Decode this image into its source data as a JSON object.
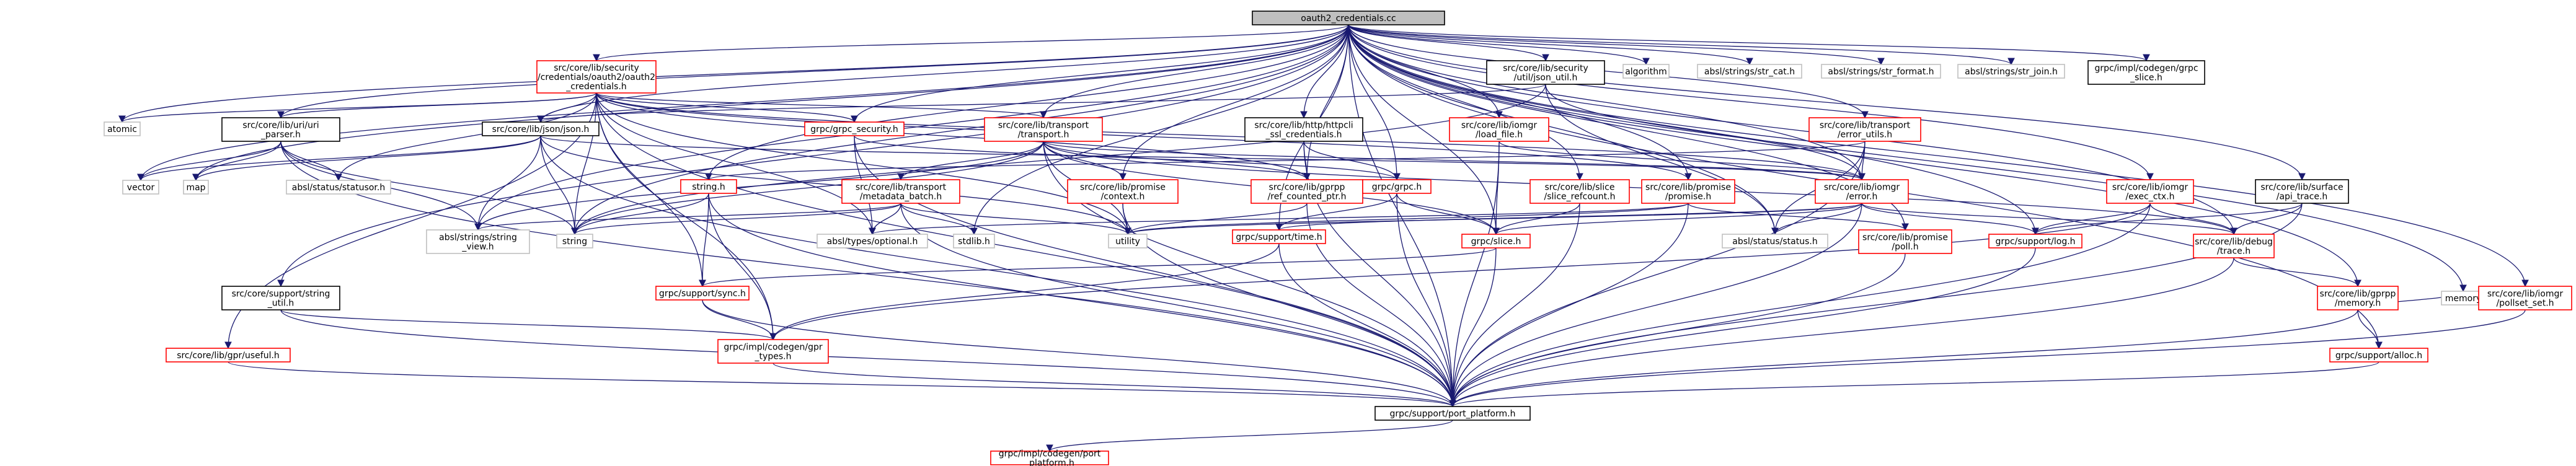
{
  "colors": {
    "edge": "#191970",
    "root_fill": "#bfbfbf",
    "link_border": "#ff0000",
    "plain_border": "#000000",
    "system_border": "#bfbfbf",
    "text": "#000000"
  },
  "nodes": [
    {
      "id": "root",
      "lines": [
        "oauth2_credentials.cc"
      ],
      "kind": "root"
    },
    {
      "id": "oauth2h",
      "lines": [
        "src/core/lib/security",
        "/credentials/oauth2/oauth2",
        "_credentials.h"
      ],
      "kind": "link"
    },
    {
      "id": "atomic",
      "lines": [
        "atomic"
      ],
      "kind": "system"
    },
    {
      "id": "uriparser",
      "lines": [
        "src/core/lib/uri/uri",
        "_parser.h"
      ],
      "kind": "plain"
    },
    {
      "id": "vector",
      "lines": [
        "vector"
      ],
      "kind": "system"
    },
    {
      "id": "map",
      "lines": [
        "map"
      ],
      "kind": "system"
    },
    {
      "id": "statusor",
      "lines": [
        "absl/status/statusor.h"
      ],
      "kind": "system"
    },
    {
      "id": "stringview",
      "lines": [
        "absl/strings/string",
        "_view.h"
      ],
      "kind": "system"
    },
    {
      "id": "string",
      "lines": [
        "string"
      ],
      "kind": "system"
    },
    {
      "id": "supportstring",
      "lines": [
        "src/core/support/string",
        "_util.h"
      ],
      "kind": "plain"
    },
    {
      "id": "gprusefulh",
      "lines": [
        "src/core/lib/gpr/useful.h"
      ],
      "kind": "link"
    },
    {
      "id": "jsonh",
      "lines": [
        "src/core/lib/json/json.h"
      ],
      "kind": "plain"
    },
    {
      "id": "grpcsecurity",
      "lines": [
        "grpc/grpc_security.h"
      ],
      "kind": "link"
    },
    {
      "id": "stringh",
      "lines": [
        "string.h"
      ],
      "kind": "link"
    },
    {
      "id": "transporth",
      "lines": [
        "src/core/lib/transport",
        "/transport.h"
      ],
      "kind": "link"
    },
    {
      "id": "metadatabatch",
      "lines": [
        "src/core/lib/transport",
        "/metadata_batch.h"
      ],
      "kind": "link"
    },
    {
      "id": "optional",
      "lines": [
        "absl/types/optional.h"
      ],
      "kind": "system"
    },
    {
      "id": "stdlib",
      "lines": [
        "stdlib.h"
      ],
      "kind": "system"
    },
    {
      "id": "contexth",
      "lines": [
        "src/core/lib/promise",
        "/context.h"
      ],
      "kind": "link"
    },
    {
      "id": "utility",
      "lines": [
        "utility"
      ],
      "kind": "system"
    },
    {
      "id": "httpcli",
      "lines": [
        "src/core/lib/http/httpcli",
        "_ssl_credentials.h"
      ],
      "kind": "plain"
    },
    {
      "id": "refcounted",
      "lines": [
        "src/core/lib/gprpp",
        "/ref_counted_ptr.h"
      ],
      "kind": "link"
    },
    {
      "id": "grpch",
      "lines": [
        "grpc/grpc.h"
      ],
      "kind": "link"
    },
    {
      "id": "timeh",
      "lines": [
        "grpc/support/time.h"
      ],
      "kind": "link"
    },
    {
      "id": "synch",
      "lines": [
        "grpc/support/sync.h"
      ],
      "kind": "link"
    },
    {
      "id": "gprtypes",
      "lines": [
        "grpc/impl/codegen/gpr",
        "_types.h"
      ],
      "kind": "link"
    },
    {
      "id": "loadfile",
      "lines": [
        "src/core/lib/iomgr",
        "/load_file.h"
      ],
      "kind": "link"
    },
    {
      "id": "slicerefcount",
      "lines": [
        "src/core/lib/slice",
        "/slice_refcount.h"
      ],
      "kind": "link"
    },
    {
      "id": "sliceh",
      "lines": [
        "grpc/slice.h"
      ],
      "kind": "link"
    },
    {
      "id": "promiseh",
      "lines": [
        "src/core/lib/promise",
        "/promise.h"
      ],
      "kind": "link"
    },
    {
      "id": "pollh",
      "lines": [
        "src/core/lib/promise",
        "/poll.h"
      ],
      "kind": "link"
    },
    {
      "id": "jsonutil",
      "lines": [
        "src/core/lib/security",
        "/util/json_util.h"
      ],
      "kind": "plain"
    },
    {
      "id": "errorutils",
      "lines": [
        "src/core/lib/transport",
        "/error_utils.h"
      ],
      "kind": "link"
    },
    {
      "id": "errorh",
      "lines": [
        "src/core/lib/iomgr",
        "/error.h"
      ],
      "kind": "link"
    },
    {
      "id": "abslstatus",
      "lines": [
        "absl/status/status.h"
      ],
      "kind": "system"
    },
    {
      "id": "logh",
      "lines": [
        "grpc/support/log.h"
      ],
      "kind": "link"
    },
    {
      "id": "algorithm",
      "lines": [
        "algorithm"
      ],
      "kind": "system"
    },
    {
      "id": "strcat",
      "lines": [
        "absl/strings/str_cat.h"
      ],
      "kind": "system"
    },
    {
      "id": "strformat",
      "lines": [
        "absl/strings/str_format.h"
      ],
      "kind": "system"
    },
    {
      "id": "strjoin",
      "lines": [
        "absl/strings/str_join.h"
      ],
      "kind": "system"
    },
    {
      "id": "codegenslice",
      "lines": [
        "grpc/impl/codegen/grpc",
        "_slice.h"
      ],
      "kind": "plain"
    },
    {
      "id": "execctx",
      "lines": [
        "src/core/lib/iomgr",
        "/exec_ctx.h"
      ],
      "kind": "link"
    },
    {
      "id": "apitrace",
      "lines": [
        "src/core/lib/surface",
        "/api_trace.h"
      ],
      "kind": "plain"
    },
    {
      "id": "debugtrace",
      "lines": [
        "src/core/lib/debug",
        "/trace.h"
      ],
      "kind": "link"
    },
    {
      "id": "memoryh",
      "lines": [
        "src/core/lib/gprpp",
        "/memory.h"
      ],
      "kind": "link"
    },
    {
      "id": "memory",
      "lines": [
        "memory"
      ],
      "kind": "system"
    },
    {
      "id": "alloch",
      "lines": [
        "grpc/support/alloc.h"
      ],
      "kind": "link"
    },
    {
      "id": "pollsetset",
      "lines": [
        "src/core/lib/iomgr",
        "/pollset_set.h"
      ],
      "kind": "link"
    },
    {
      "id": "portplatform",
      "lines": [
        "grpc/support/port_platform.h"
      ],
      "kind": "plain"
    },
    {
      "id": "codegenport",
      "lines": [
        "grpc/impl/codegen/port",
        "_platform.h"
      ],
      "kind": "link"
    }
  ]
}
